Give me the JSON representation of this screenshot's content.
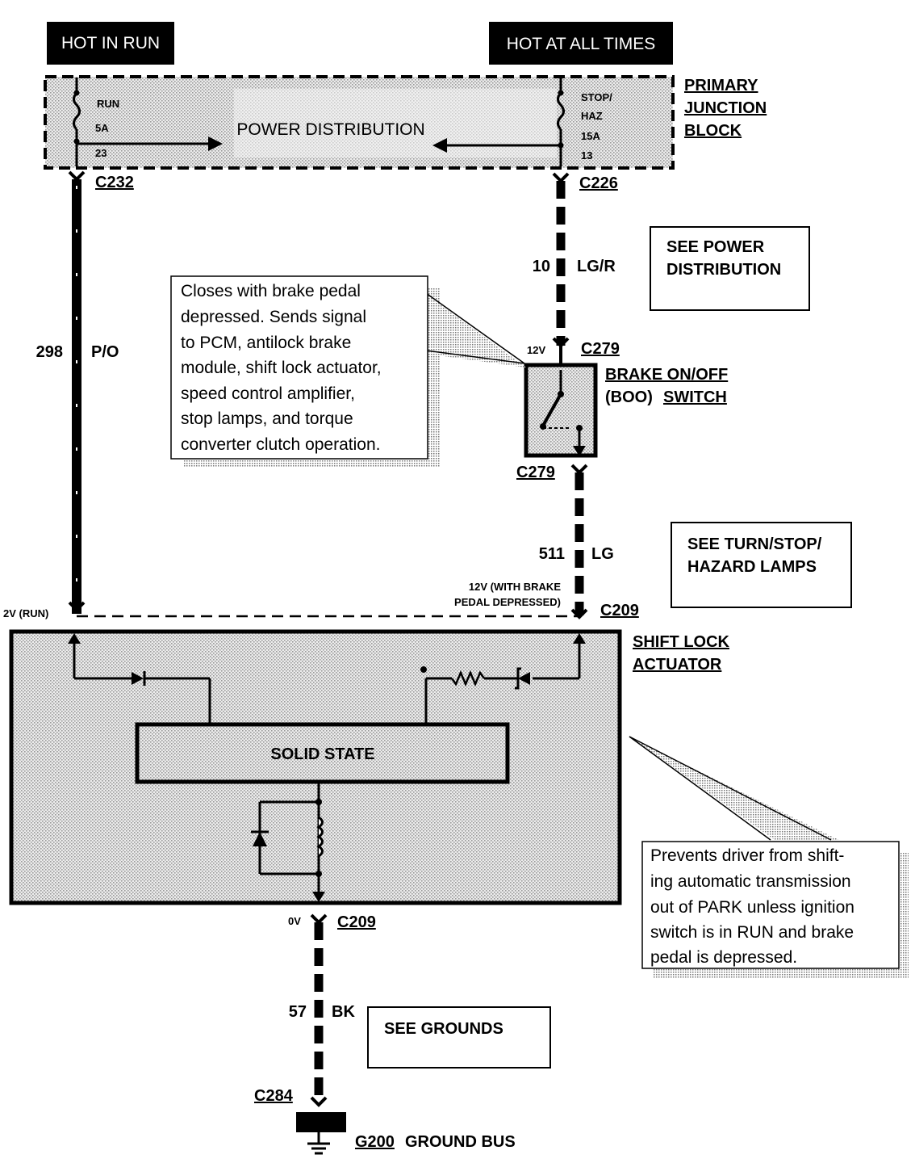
{
  "headers": {
    "hot_in_run": "HOT IN RUN",
    "hot_at_all_times": "HOT AT ALL TIMES"
  },
  "junction_block": {
    "label_line1": "PRIMARY",
    "label_line2": "JUNCTION",
    "label_line3": "BLOCK",
    "center_label": "POWER DISTRIBUTION",
    "fuse_left": {
      "name": "RUN",
      "rating": "5A",
      "number": "23"
    },
    "fuse_right": {
      "name1": "STOP/",
      "name2": "HAZ",
      "rating": "15A",
      "number": "13"
    }
  },
  "connectors": {
    "c232": "C232",
    "c226": "C226",
    "c279_top": "C279",
    "c279_bottom": "C279",
    "c209_top": "C209",
    "c209_bottom": "C209",
    "c284": "C284"
  },
  "wires": {
    "w298": {
      "circuit": "298",
      "color": "P/O"
    },
    "w10": {
      "circuit": "10",
      "color": "LG/R"
    },
    "w511": {
      "circuit": "511",
      "color": "LG"
    },
    "w57": {
      "circuit": "57",
      "color": "BK"
    }
  },
  "voltages": {
    "v12_c279": "12V",
    "v12_brake_1": "12V (WITH BRAKE",
    "v12_brake_2": "PEDAL DEPRESSED)",
    "v2_run": "2V (RUN)",
    "v0": "0V"
  },
  "boo_switch": {
    "line1": "BRAKE ON/OFF",
    "line2_a": "(BOO)",
    "line2_b": "SWITCH"
  },
  "shift_lock": {
    "line1": "SHIFT LOCK",
    "line2": "ACTUATOR",
    "solid_state": "SOLID STATE"
  },
  "refs": {
    "power_1": "SEE POWER",
    "power_2": "DISTRIBUTION",
    "turn_1": "SEE TURN/STOP/",
    "turn_2": "HAZARD LAMPS",
    "grounds": "SEE GROUNDS"
  },
  "ground": {
    "g200": "G200",
    "bus": "GROUND BUS"
  },
  "notes": {
    "brake_note": [
      "Closes with brake pedal",
      "depressed.  Sends signal",
      "to PCM, antilock brake",
      "module, shift lock actuator,",
      "speed control amplifier,",
      "stop lamps, and torque",
      "converter clutch operation."
    ],
    "actuator_note": [
      "Prevents driver from shift-",
      "ing automatic transmission",
      "out of PARK unless ignition",
      "switch is in RUN and brake",
      "pedal is depressed."
    ]
  }
}
